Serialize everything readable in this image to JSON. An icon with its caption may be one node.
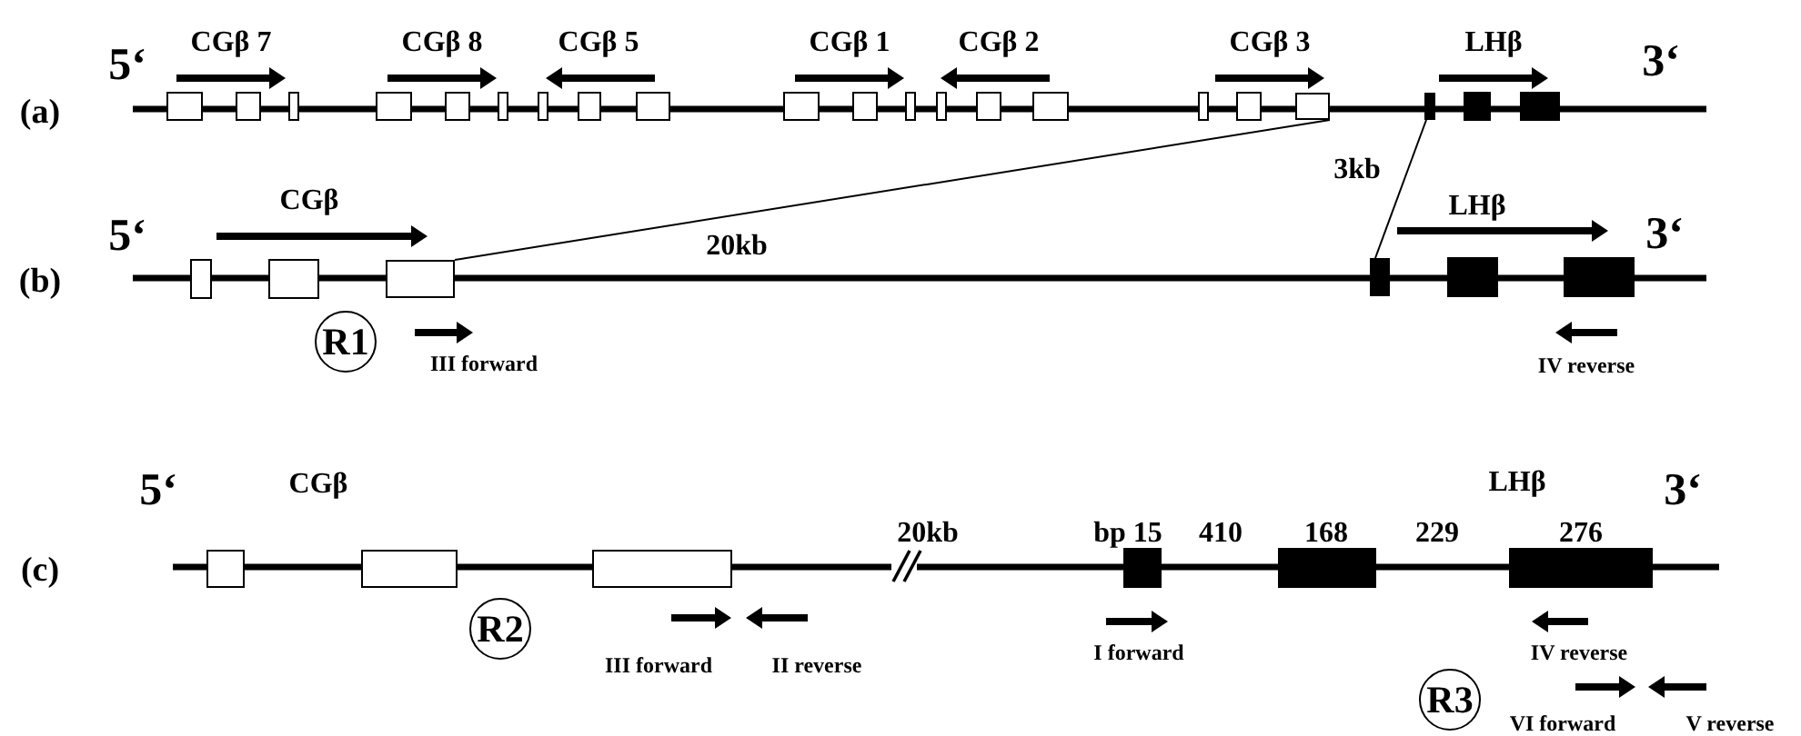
{
  "diagram": {
    "nodes": [
      {
        "text": [
          "R1"
        ]
      },
      {
        "text": [
          "R2"
        ]
      },
      {
        "text": [
          "R3"
        ]
      },
      {
        "text": [],
        "shape": "box"
      },
      {
        "text": [],
        "shape": "box"
      },
      {
        "text": [],
        "shape": "bar"
      },
      {
        "text": [],
        "shape": "bar"
      }
    ],
    "edges": [
      {
        "from": 3,
        "to": 4,
        "arrow": "none"
      },
      {
        "from": 5,
        "to": 6,
        "arrow": "none"
      }
    ],
    "labels": [
      "5‘",
      "CGβ 7",
      "CGβ 8",
      "CGβ 5",
      "CGβ 1",
      "CGβ 2",
      "CGβ 3",
      "LHβ",
      "3‘",
      "(a)",
      "3kb",
      "5‘",
      "CGβ",
      "20kb",
      "LHβ",
      "3‘",
      "(b)",
      "III forward",
      "IV reverse",
      "5‘",
      "CGβ",
      "20kb",
      "bp 15",
      "410",
      "168",
      "229",
      "276",
      "LHβ",
      "3‘",
      "(c)",
      "III forward",
      "II reverse",
      "I forward",
      "IV reverse",
      "VI forward",
      "V reverse"
    ]
  }
}
